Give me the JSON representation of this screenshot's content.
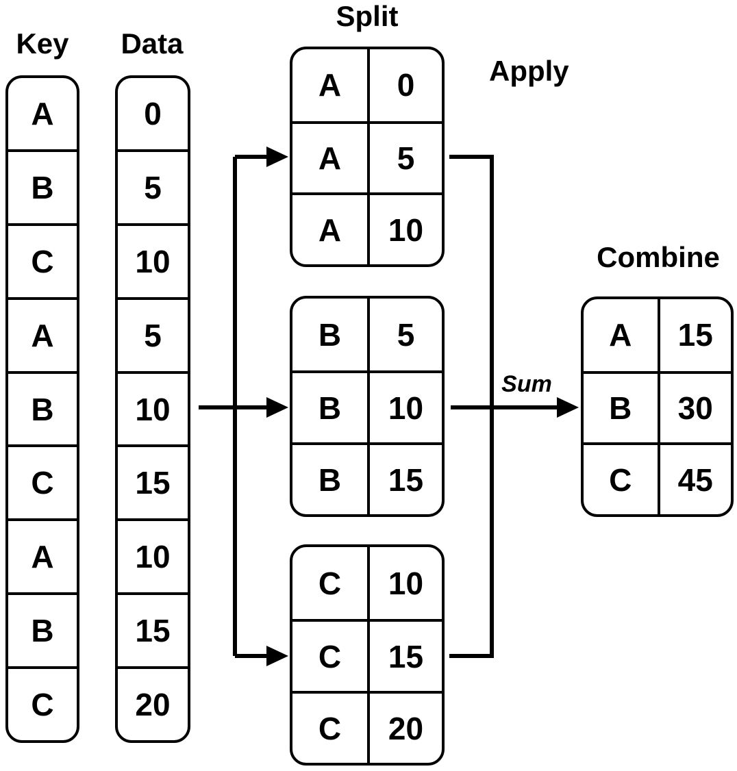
{
  "labels": {
    "key": "Key",
    "data": "Data",
    "split": "Split",
    "apply": "Apply",
    "combine": "Combine",
    "sum": "Sum"
  },
  "key_column": {
    "rows": [
      "A",
      "B",
      "C",
      "A",
      "B",
      "C",
      "A",
      "B",
      "C"
    ]
  },
  "data_column": {
    "rows": [
      "0",
      "5",
      "10",
      "5",
      "10",
      "15",
      "10",
      "15",
      "20"
    ]
  },
  "split_groups": [
    {
      "rows": [
        [
          "A",
          "0"
        ],
        [
          "A",
          "5"
        ],
        [
          "A",
          "10"
        ]
      ]
    },
    {
      "rows": [
        [
          "B",
          "5"
        ],
        [
          "B",
          "10"
        ],
        [
          "B",
          "15"
        ]
      ]
    },
    {
      "rows": [
        [
          "C",
          "10"
        ],
        [
          "C",
          "15"
        ],
        [
          "C",
          "20"
        ]
      ]
    }
  ],
  "combine_table": {
    "rows": [
      [
        "A",
        "15"
      ],
      [
        "B",
        "30"
      ],
      [
        "C",
        "45"
      ]
    ]
  },
  "colors": {
    "stroke": "#000000",
    "background": "#ffffff"
  }
}
